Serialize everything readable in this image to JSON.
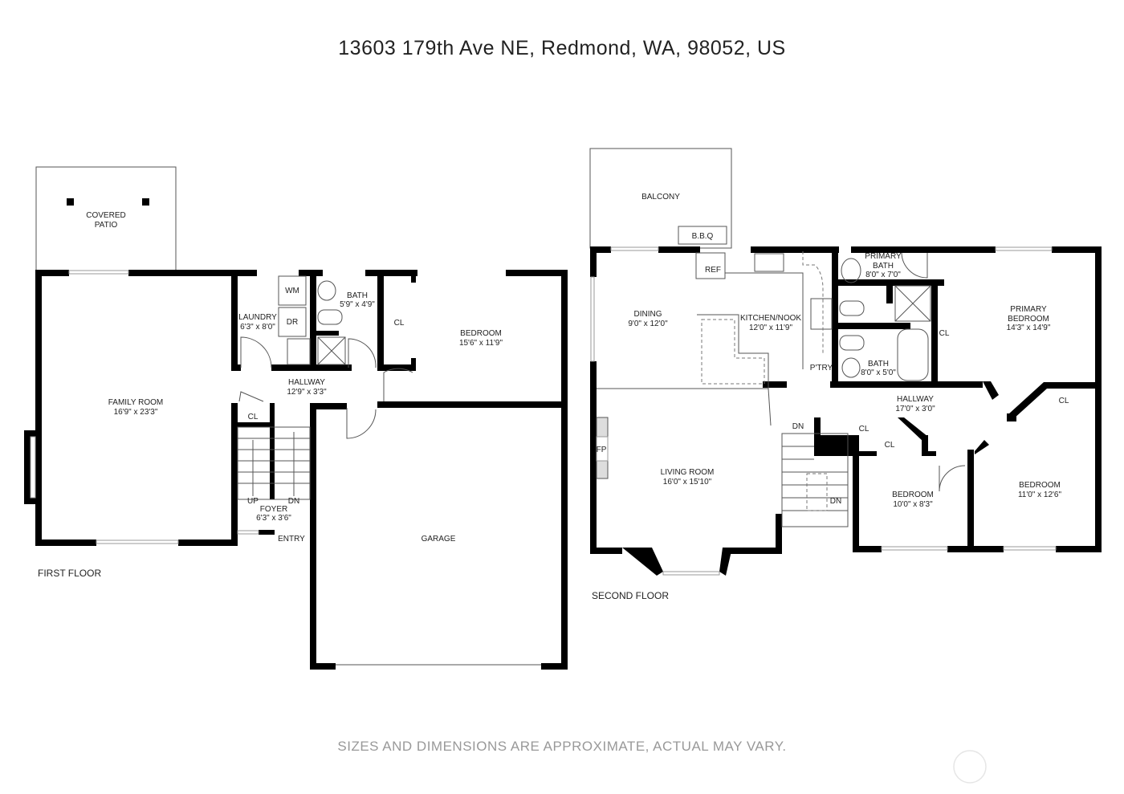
{
  "title": "13603 179th Ave NE, Redmond, WA, 98052, US",
  "disclaimer": "SIZES AND DIMENSIONS ARE APPROXIMATE, ACTUAL MAY VARY.",
  "first_floor": {
    "label": "FIRST FLOOR",
    "rooms": {
      "patio_1": "COVERED",
      "patio_2": "PATIO",
      "family_name": "FAMILY ROOM",
      "family_dim": "16'9\" x 23'3\"",
      "laundry_name": "LAUNDRY",
      "laundry_dim": "6'3\" x 8'0\"",
      "wm": "WM",
      "dr": "DR",
      "bath_name": "BATH",
      "bath_dim": "5'9\" x 4'9\"",
      "cl1": "CL",
      "cl2": "CL",
      "bedroom_name": "BEDROOM",
      "bedroom_dim": "15'6\" x 11'9\"",
      "hallway_name": "HALLWAY",
      "hallway_dim": "12'9\" x 3'3\"",
      "up": "UP",
      "dn": "DN",
      "foyer_name": "FOYER",
      "foyer_dim": "6'3\" x 3'6\"",
      "entry": "ENTRY",
      "garage": "GARAGE"
    }
  },
  "second_floor": {
    "label": "SECOND FLOOR",
    "rooms": {
      "balcony": "BALCONY",
      "bbq": "B.B.Q",
      "ref": "REF",
      "dining_name": "DINING",
      "dining_dim": "9'0\" x 12'0\"",
      "kitchen_name": "KITCHEN/NOOK",
      "kitchen_dim": "12'0\" x 11'9\"",
      "pantry": "P'TRY",
      "pbath_1": "PRIMARY",
      "pbath_2": "BATH",
      "pbath_dim": "8'0\" x 7'0\"",
      "bath_name": "BATH",
      "bath_dim": "8'0\" x 5'0\"",
      "pbed_1": "PRIMARY",
      "pbed_2": "BEDROOM",
      "pbed_dim": "14'3\" x 14'9\"",
      "cl_pbed": "CL",
      "cl_hall1": "CL",
      "cl_hall2": "CL",
      "cl_bed": "CL",
      "hallway_name": "HALLWAY",
      "hallway_dim": "17'0\" x 3'0\"",
      "fp": "FP",
      "living_name": "LIVING ROOM",
      "living_dim": "16'0\" x 15'10\"",
      "dn1": "DN",
      "dn2": "DN",
      "bed2_name": "BEDROOM",
      "bed2_dim": "10'0\" x 8'3\"",
      "bed3_name": "BEDROOM",
      "bed3_dim": "11'0\" x 12'6\""
    }
  }
}
